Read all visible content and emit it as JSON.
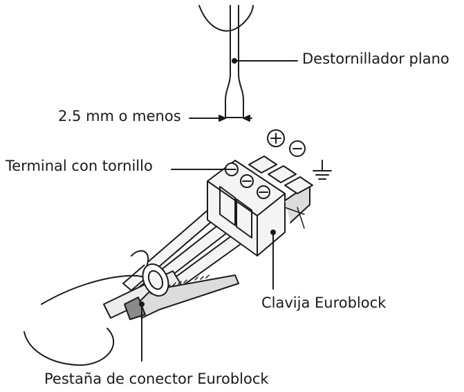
{
  "labels": {
    "screwdriver": "Destornillador plano",
    "width": "2.5 mm o menos",
    "terminal_screw": "Terminal con tornillo",
    "euroblock_plug": "Clavija Euroblock",
    "euroblock_tab": "Pestaña de conector Euroblock"
  },
  "symbols": [
    "plus-symbol",
    "minus-symbol",
    "ground-symbol"
  ],
  "colors": {
    "line": "#1a1a1a",
    "light_gray": "#f4f4f4",
    "mid_gray": "#dcdcdc",
    "dark_gray": "#8a8a8a"
  }
}
